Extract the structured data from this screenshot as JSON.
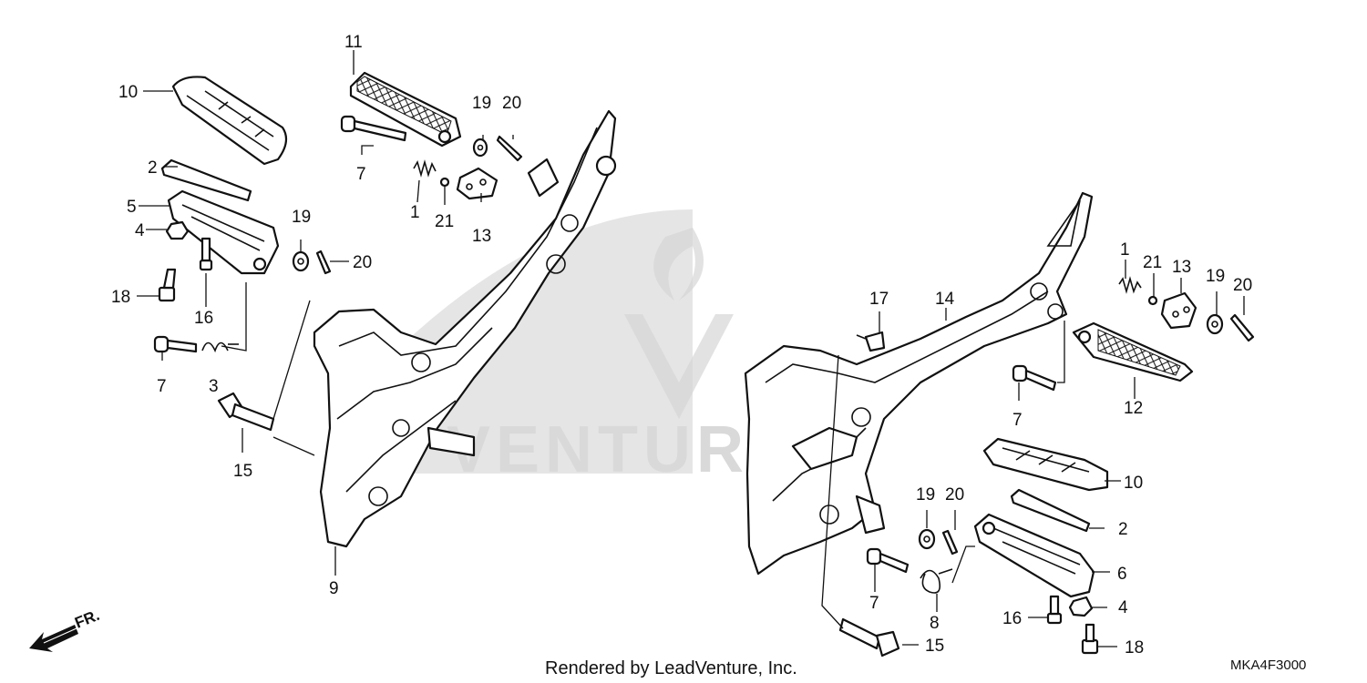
{
  "callouts": {
    "c11": "11",
    "c10a": "10",
    "c19a": "19",
    "c20a": "20",
    "c2a": "2",
    "c7a": "7",
    "c1a": "1",
    "c21a": "21",
    "c13a": "13",
    "c5": "5",
    "c19b": "19",
    "c20b": "20",
    "c4a": "4",
    "c18a": "18",
    "c16a": "16",
    "c7b": "7",
    "c3": "3",
    "c15a": "15",
    "c9": "9",
    "c17": "17",
    "c14": "14",
    "c1b": "1",
    "c21b": "21",
    "c13b": "13",
    "c19c": "19",
    "c20c": "20",
    "c12": "12",
    "c7c": "7",
    "c10b": "10",
    "c19d": "19",
    "c20d": "20",
    "c2b": "2",
    "c6": "6",
    "c7d": "7",
    "c16b": "16",
    "c4b": "4",
    "c8": "8",
    "c15b": "15",
    "c18b": "18"
  },
  "footer": {
    "rendered_by": "Rendered by LeadVenture, Inc.",
    "diagram_code": "MKA4F3000",
    "front_label": "FR."
  },
  "colors": {
    "line": "#111111",
    "watermark": "#cfcfcf"
  }
}
